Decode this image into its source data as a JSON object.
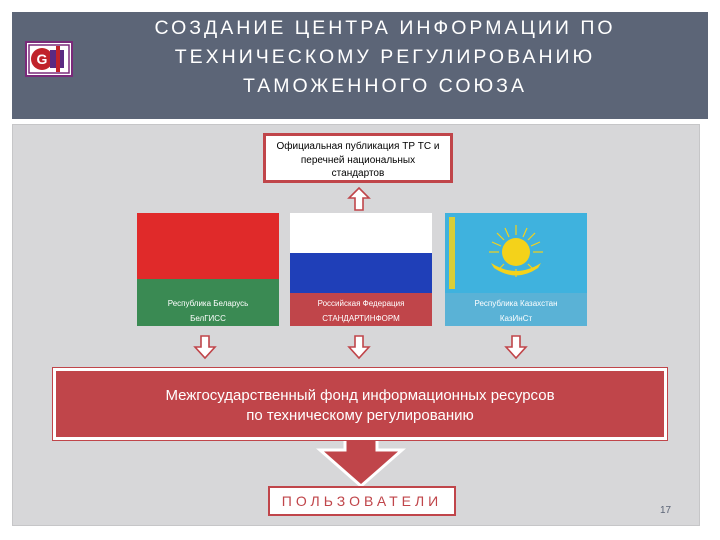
{
  "header": {
    "title_lines": [
      "СОЗДАНИЕ ЦЕНТРА ИНФОРМАЦИИ ПО",
      "ТЕХНИЧЕСКОМУ РЕГУЛИРОВАНИЮ",
      "ТАМОЖЕННОГО СОЮЗА"
    ],
    "logo_text": "G"
  },
  "publication": {
    "lines": [
      "Официальная публикация ТР ТС и",
      "перечней национальных",
      "стандартов"
    ]
  },
  "flags": [
    {
      "country": "Республика Беларусь",
      "org": "БелГИСС",
      "caption_color": "#3a8a53",
      "icon": "belarus-flag"
    },
    {
      "country": "Российская Федерация",
      "org": "СТАНДАРТИНФОРМ",
      "caption_color": "#c0454a",
      "icon": "russia-flag"
    },
    {
      "country": "Республика Казахстан",
      "org": "КазИнСт",
      "caption_color": "#5ab2d6",
      "icon": "kazakhstan-flag"
    }
  ],
  "fund": {
    "lines": [
      "Межгосударственный фонд информационных ресурсов",
      "по техническому регулированию"
    ]
  },
  "users": {
    "label": "ПОЛЬЗОВАТЕЛИ"
  },
  "page_number": "17",
  "colors": {
    "header_bg": "#5c6577",
    "accent_red": "#c0454a",
    "panel_bg": "#d7d7d9"
  }
}
